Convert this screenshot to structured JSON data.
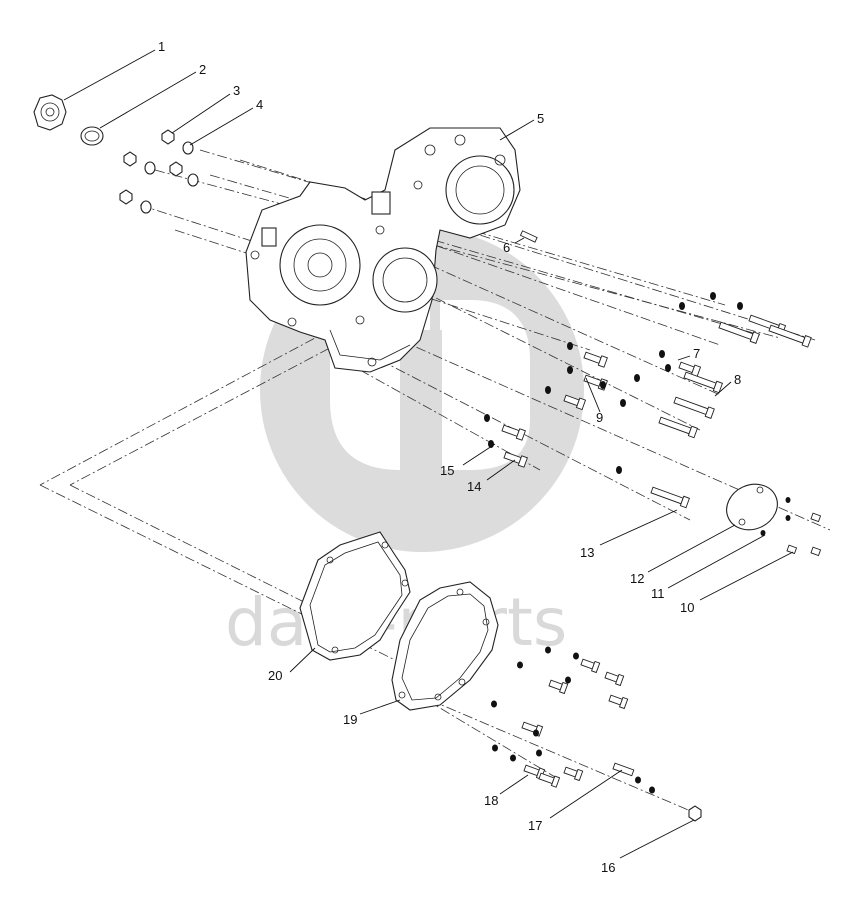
{
  "watermark": {
    "text": "data-parts",
    "color": "#d9d9d9"
  },
  "callouts": [
    "1",
    "2",
    "3",
    "4",
    "5",
    "6",
    "7",
    "8",
    "9",
    "10",
    "11",
    "12",
    "13",
    "14",
    "15",
    "16",
    "17",
    "18",
    "19",
    "20"
  ]
}
